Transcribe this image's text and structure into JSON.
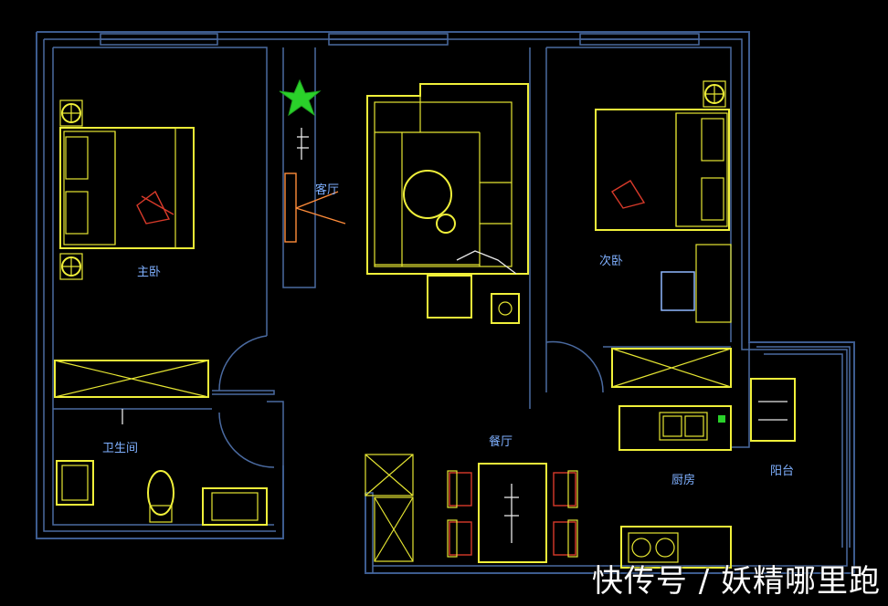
{
  "rooms": {
    "master_bedroom": "主卧",
    "second_bedroom": "次卧",
    "living_room": "客厅",
    "dining_room": "餐厅",
    "bathroom": "卫生间",
    "kitchen": "厨房",
    "balcony": "阳台"
  },
  "watermark": "快传号 / 妖精哪里跑",
  "colors": {
    "walls": "#3d5c8f",
    "furniture": "#f0f03a",
    "labels": "#7fb0ff",
    "plant": "#2ad12a",
    "background": "#000000"
  }
}
